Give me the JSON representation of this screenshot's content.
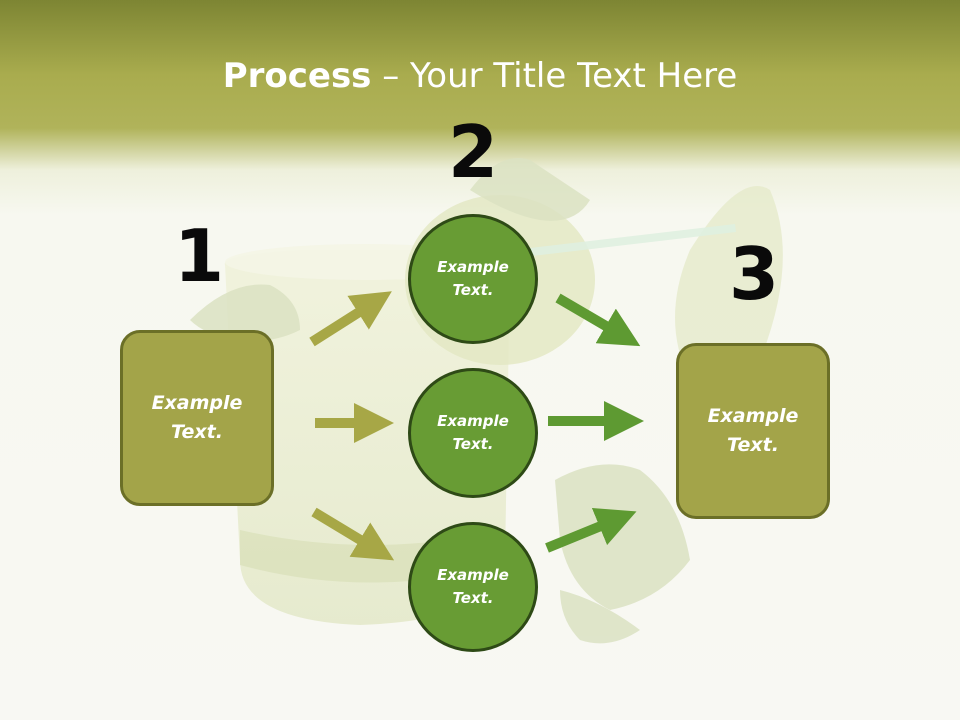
{
  "title": {
    "bold": "Process",
    "rest": " – Your Title Text Here"
  },
  "steps": {
    "one": "1",
    "two": "2",
    "three": "3"
  },
  "left_box": {
    "text": "Example Text."
  },
  "circles": [
    {
      "text": "Example Text."
    },
    {
      "text": "Example Text."
    },
    {
      "text": "Example Text."
    }
  ],
  "right_box": {
    "text": "Example Text."
  },
  "colors": {
    "box_fill": "#a3a449",
    "circle_fill": "#689c34",
    "left_arrow": "#a7a746",
    "right_arrow": "#5e9a32",
    "header": "#7d8533"
  }
}
